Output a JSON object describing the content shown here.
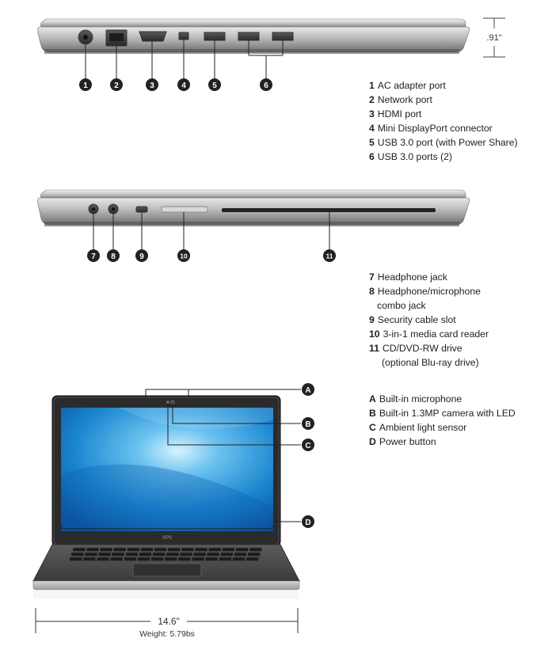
{
  "ports_side_1": [
    {
      "num": "1",
      "label": "AC adapter port"
    },
    {
      "num": "2",
      "label": "Network port"
    },
    {
      "num": "3",
      "label": "HDMI port"
    },
    {
      "num": "4",
      "label": "Mini DisplayPort connector"
    },
    {
      "num": "5",
      "label": "USB 3.0 port (with Power Share)"
    },
    {
      "num": "6",
      "label": "USB 3.0 ports (2)"
    }
  ],
  "ports_side_2": [
    {
      "num": "7",
      "label": "Headphone jack"
    },
    {
      "num": "8",
      "label": "Headphone/microphone",
      "label_cont": "combo jack"
    },
    {
      "num": "9",
      "label": "Security cable slot"
    },
    {
      "num": "10",
      "label": "3-in-1 media card reader"
    },
    {
      "num": "11",
      "label": "CD/DVD-RW drive",
      "label_cont": "(optional Blu-ray drive)"
    }
  ],
  "front_features": [
    {
      "num": "A",
      "label": "Built-in microphone"
    },
    {
      "num": "B",
      "label": "Built-in 1.3MP camera with LED"
    },
    {
      "num": "C",
      "label": "Ambient light sensor"
    },
    {
      "num": "D",
      "label": "Power button"
    }
  ],
  "dimensions": {
    "thickness": ".91\"",
    "width": "14.6\"",
    "weight": "Weight: 5.79bs"
  },
  "brand_bezel": "XPS",
  "colors": {
    "badge": "#222222",
    "screen": "#1e8fd6"
  }
}
